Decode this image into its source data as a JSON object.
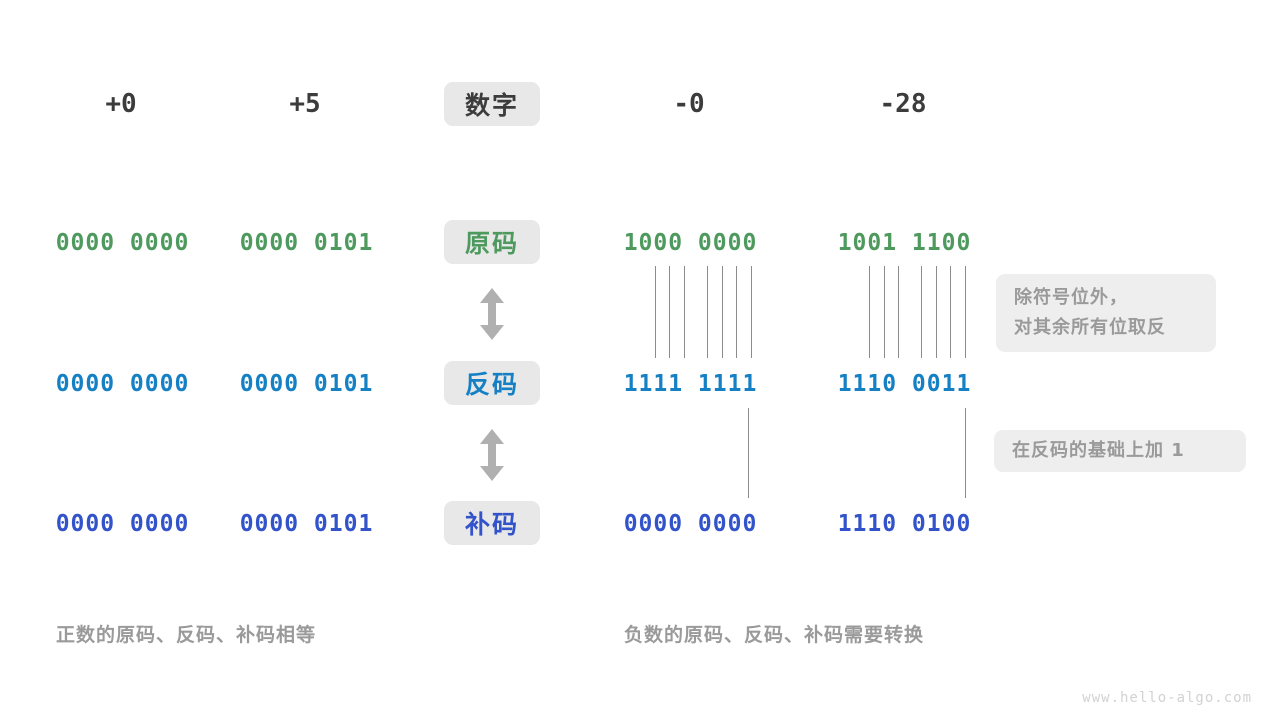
{
  "header": {
    "columns": [
      {
        "label": "+0"
      },
      {
        "label": "+5"
      },
      {
        "label": "-0"
      },
      {
        "label": "-28"
      }
    ],
    "badge": "数字"
  },
  "rows": [
    {
      "badge": "原码",
      "color": "#4e9a5e",
      "values": [
        "0000 0000",
        "0000 0101",
        "1000 0000",
        "1001 1100"
      ]
    },
    {
      "badge": "反码",
      "color": "#1580c4",
      "values": [
        "0000 0000",
        "0000 0101",
        "1111 1111",
        "1110 0011"
      ]
    },
    {
      "badge": "补码",
      "color": "#3253ca",
      "values": [
        "0000 0000",
        "0000 0101",
        "0000 0000",
        "1110 0100"
      ]
    }
  ],
  "notes": {
    "invert": {
      "line1": "除符号位外，",
      "line2": "对其余所有位取反"
    },
    "add_one": {
      "line1": "在反码的基础上加 1"
    }
  },
  "captions": {
    "positive": "正数的原码、反码、补码相等",
    "negative": "负数的原码、反码、补码需要转换"
  },
  "watermark": "www.hello-algo.com",
  "colors": {
    "badge_bg": "#e8e8e8",
    "note_bg": "#eeeeee",
    "text_dark": "#3c3c3c",
    "text_muted": "#9a9a9a",
    "line": "#8c8c8c",
    "arrow": "#b0b0b0",
    "original_code": "#4e9a5e",
    "ones_complement": "#1580c4",
    "twos_complement": "#3253ca"
  }
}
